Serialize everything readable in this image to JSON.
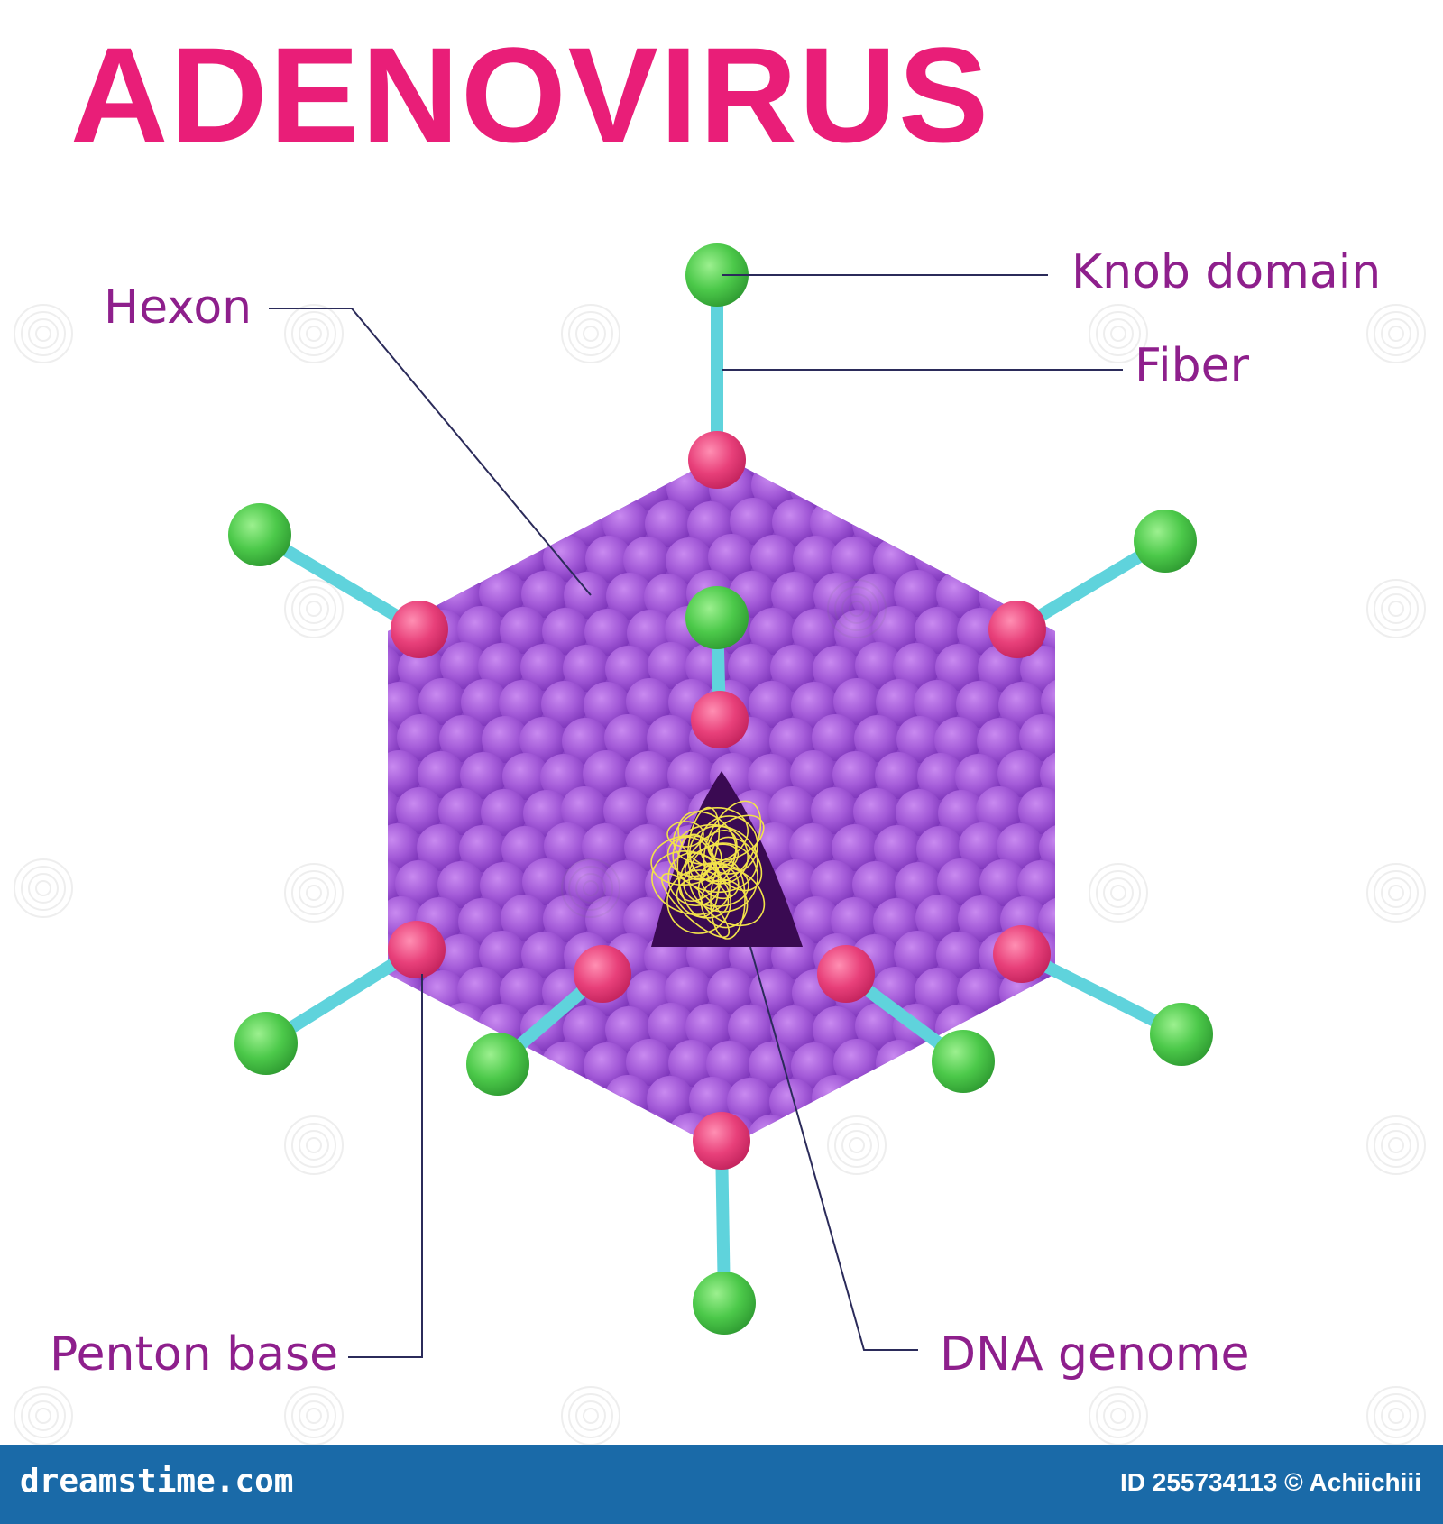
{
  "title": "ADENOVIRUS",
  "labels": {
    "knob_domain": "Knob domain",
    "fiber": "Fiber",
    "hexon": "Hexon",
    "penton_base": "Penton base",
    "dna_genome": "DNA genome"
  },
  "footer": {
    "site": "dreamstime.com",
    "credit": "ID 255734113 © Achiichiii"
  },
  "colors": {
    "title": "#e91e78",
    "label": "#8e1f8c",
    "hexon": "#a35ad8",
    "hexon_shadow": "#7b33b8",
    "penton": "#e8407a",
    "fiber": "#5fd3dc",
    "knob": "#4cc94a",
    "dna_core": "#3a0a52",
    "dna_strand": "#f2e24a",
    "leader": "#2b2b5a",
    "footer_bg": "#1a6aa8"
  }
}
